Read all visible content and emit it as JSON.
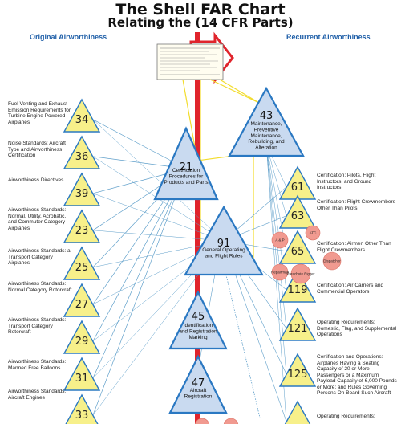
{
  "header": {
    "title": "The Shell FAR Chart",
    "subtitle": "Relating the (14 CFR Parts)",
    "left_column": "Original Airworthiness",
    "right_column": "Recurrent Airworthiness"
  },
  "left_parts": [
    {
      "num": "34",
      "label": "Fuel Venting and Exhaust Emission Requirements for Turbine Engine Powered Airplanes"
    },
    {
      "num": "36",
      "label": "Noise Standards: Aircraft Type and Airworthiness Certification"
    },
    {
      "num": "39",
      "label": "Airworthiness Directives"
    },
    {
      "num": "23",
      "label": "Airworthiness Standards: Normal, Utility, Acrobatic, and Commuter Category Airplanes"
    },
    {
      "num": "25",
      "label": "Airworthiness Standards: a Transport Category Airplanes"
    },
    {
      "num": "27",
      "label": "Airworthiness Standards: Normal Category Rotorcraft"
    },
    {
      "num": "29",
      "label": "Airworthiness Standards: Transport Category Rotorcraft"
    },
    {
      "num": "31",
      "label": "Airworthiness Standards: Manned Free Balloons"
    },
    {
      "num": "33",
      "label": "Airworthiness Standards: Aircraft Engines"
    }
  ],
  "right_parts": [
    {
      "num": "61",
      "label": "Certification: Pilots, Flight Instructors, and Ground Instructors"
    },
    {
      "num": "63",
      "label": "Certification: Flight Crewmembers Other Than Pilots"
    },
    {
      "num": "65",
      "label": "Certification: Airmen Other Than Flight Crewmembers"
    },
    {
      "num": "119",
      "label": "Certification: Air Carriers and Commercial Operators"
    },
    {
      "num": "121",
      "label": "Operating Requirements: Domestic, Flag, and Supplemental Operations"
    },
    {
      "num": "125",
      "label": "Certification and Operations: Airplanes Having a Seating Capacity of 20 or More Passengers or a Maximum Payload Capacity of 6,000 Pounds or More; and Rules Governing Persons On Board Such Aircraft"
    },
    {
      "num": "",
      "label": "Operating Requirements:"
    }
  ],
  "center_parts": [
    {
      "num": "21",
      "label": [
        "Certification",
        "Procedures for",
        "Products and Parts"
      ]
    },
    {
      "num": "43",
      "label": [
        "Maintenance,",
        "Preventive",
        "Maintenance,",
        "Rebuilding, and",
        "Alteration"
      ]
    },
    {
      "num": "91",
      "label": [
        "General Operating",
        "and Flight Rules"
      ]
    },
    {
      "num": "45",
      "label": [
        "Identification",
        "and Registration",
        "Marking"
      ]
    },
    {
      "num": "47",
      "label": [
        "Aircraft",
        "Registration"
      ]
    }
  ],
  "personnel": [
    "A & P",
    "ATC",
    "Dispatcher",
    "Repairman",
    "Parachute Rigger"
  ],
  "colors": {
    "spine": "#e0242c",
    "yellow_fill": "#f7f08a",
    "blue_fill": "#c9daf0",
    "triangle_stroke": "#2a78c2",
    "heading_blue": "#1f5fa8",
    "circle_fill": "#f19a90",
    "link_line": "#5f9fca",
    "yellow_line": "#f2dc2c"
  }
}
